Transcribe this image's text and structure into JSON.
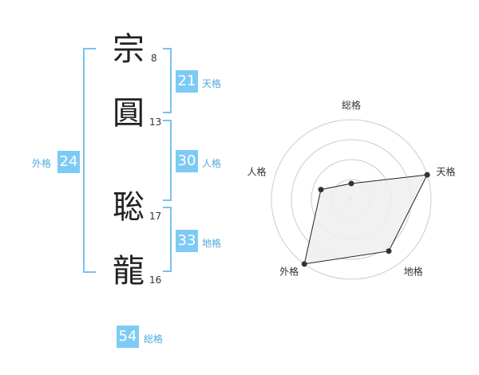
{
  "name": {
    "chars": [
      {
        "char": "宗",
        "strokes": "8"
      },
      {
        "char": "圓",
        "strokes": "13"
      },
      {
        "char": "聡",
        "strokes": "17"
      },
      {
        "char": "龍",
        "strokes": "16"
      }
    ]
  },
  "grids": {
    "tenkaku": {
      "value": "21",
      "label": "天格"
    },
    "jinkaku": {
      "value": "30",
      "label": "人格"
    },
    "chikaku": {
      "value": "33",
      "label": "地格"
    },
    "gaikaku": {
      "value": "24",
      "label": "外格"
    },
    "soukaku": {
      "value": "54",
      "label": "総格"
    }
  },
  "chart_data": {
    "type": "radar",
    "axes": [
      "総格",
      "天格",
      "地格",
      "外格",
      "人格"
    ],
    "values": [
      1,
      5,
      4,
      5,
      2
    ],
    "max": 5,
    "rings": 4,
    "colors": {
      "fill": "#eeeeee",
      "stroke": "#222222",
      "grid": "#cccccc",
      "point": "#333333"
    }
  }
}
